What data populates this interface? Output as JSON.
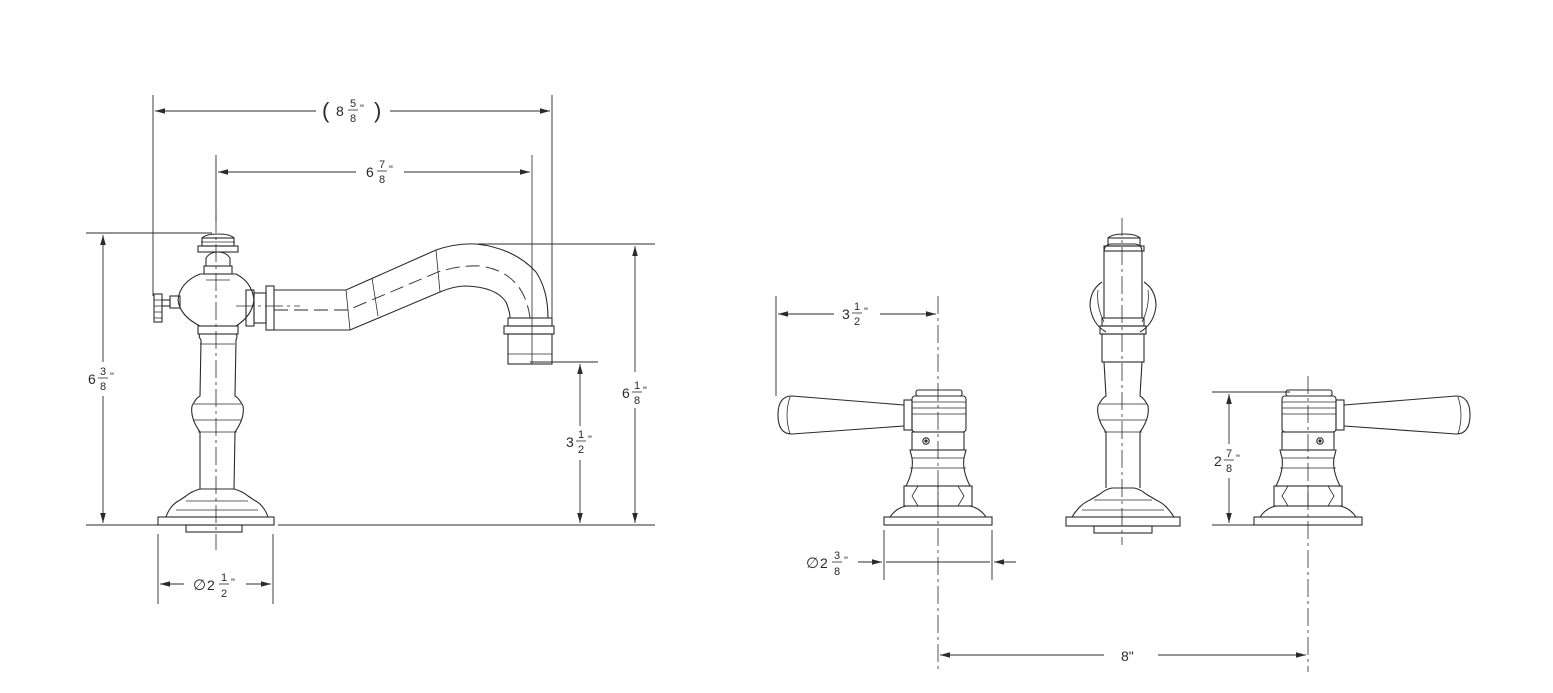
{
  "dimensions": {
    "overall_reach": {
      "whole": "8",
      "num": "5",
      "den": "8",
      "unit": "\"",
      "open": "(",
      "close": ")"
    },
    "spout_reach": {
      "whole": "6",
      "num": "7",
      "den": "8",
      "unit": "\""
    },
    "overall_height": {
      "whole": "6",
      "num": "3",
      "den": "8",
      "unit": "\""
    },
    "spout_height": {
      "whole": "6",
      "num": "1",
      "den": "8",
      "unit": "\""
    },
    "spout_clearance": {
      "whole": "3",
      "num": "1",
      "den": "2",
      "unit": "\""
    },
    "spout_base_dia": {
      "symbol": "∅",
      "whole": "2",
      "num": "1",
      "den": "2",
      "unit": "\""
    },
    "handle_reach": {
      "whole": "3",
      "num": "1",
      "den": "2",
      "unit": "\""
    },
    "handle_base_dia": {
      "symbol": "∅",
      "whole": "2",
      "num": "3",
      "den": "8",
      "unit": "\""
    },
    "handle_height": {
      "whole": "2",
      "num": "7",
      "den": "8",
      "unit": "\""
    },
    "center_spread": {
      "value": "8\""
    }
  }
}
